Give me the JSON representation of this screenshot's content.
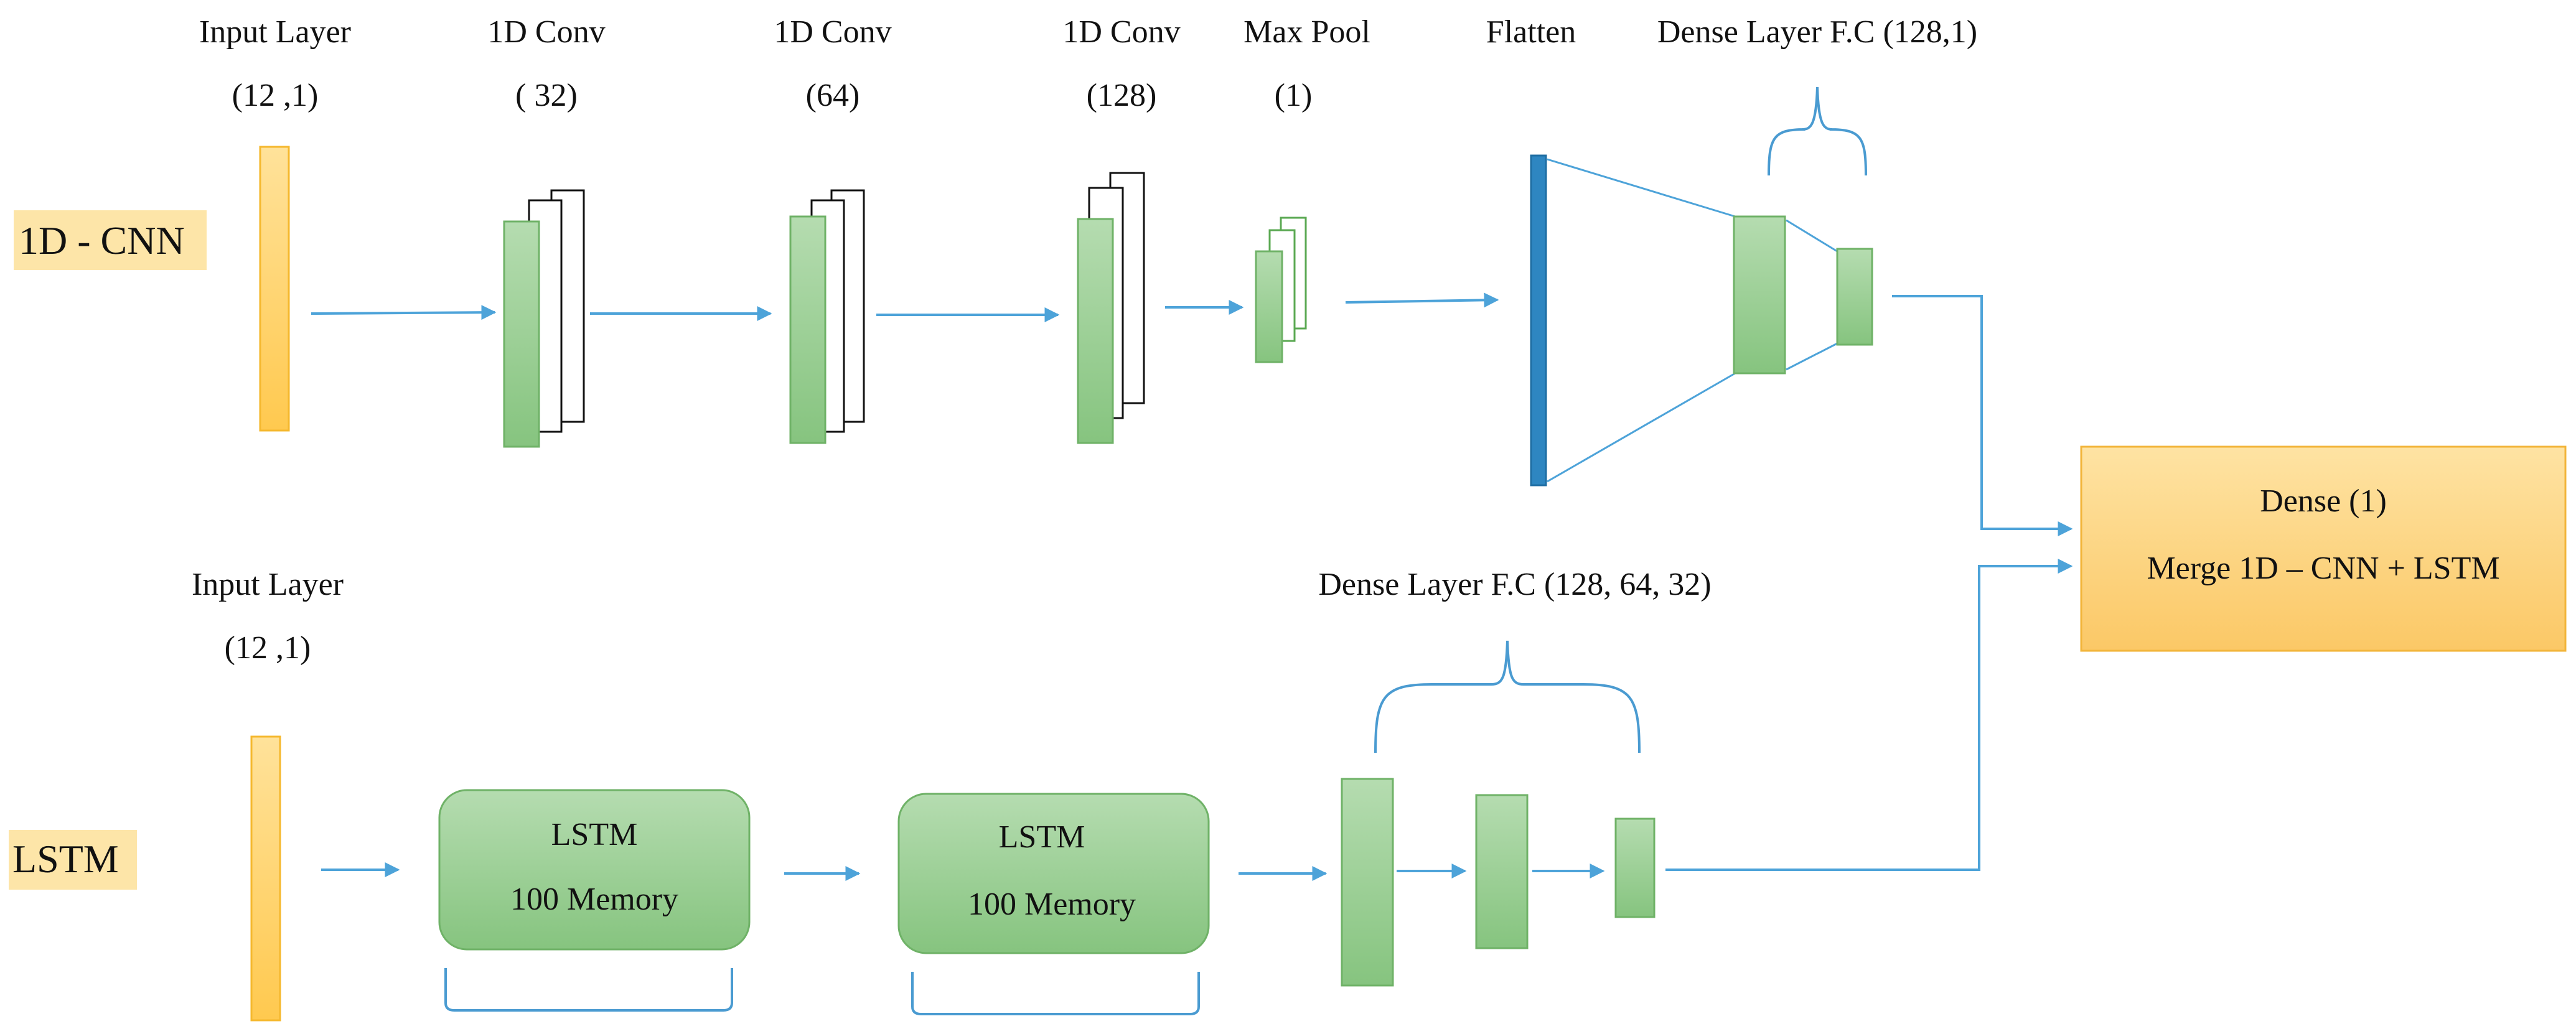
{
  "colors": {
    "green_fill": "#9fd09a",
    "green_stroke": "#6fb267",
    "yellow_fill": "#ffd77a",
    "yellow_stroke": "#f5b82e",
    "merge_fill": "#fdd47f",
    "merge_stroke": "#f2b43a",
    "tag_highlight": "#fde5a8",
    "flatten_blue": "#2e86c1",
    "arrow_blue": "#4da3d9",
    "brace_blue": "#4a9bd1"
  },
  "icons": {
    "arrow": "arrow-right",
    "brace": "curly-brace"
  },
  "cnn": {
    "branch_label": "1D - CNN",
    "input": {
      "title": "Input Layer",
      "shape": "(12 ,1)"
    },
    "conv1": {
      "title": "1D Conv",
      "shape": "( 32)"
    },
    "conv2": {
      "title": "1D Conv",
      "shape": "(64)"
    },
    "conv3": {
      "title": "1D Conv",
      "shape": "(128)"
    },
    "pool": {
      "title": "Max Pool",
      "shape": "(1)"
    },
    "flatten": {
      "title": "Flatten"
    },
    "dense": {
      "title": "Dense Layer F.C (128,1)"
    }
  },
  "lstm": {
    "branch_label": "LSTM",
    "input": {
      "title": "Input Layer",
      "shape": "(12 ,1)"
    },
    "cell1": {
      "title": "LSTM",
      "memory": "100 Memory"
    },
    "cell2": {
      "title": "LSTM",
      "memory": "100 Memory"
    },
    "dense": {
      "title": "Dense Layer F.C (128, 64, 32)"
    }
  },
  "merge": {
    "title": "Dense (1)",
    "subtitle": "Merge 1D – CNN + LSTM"
  }
}
